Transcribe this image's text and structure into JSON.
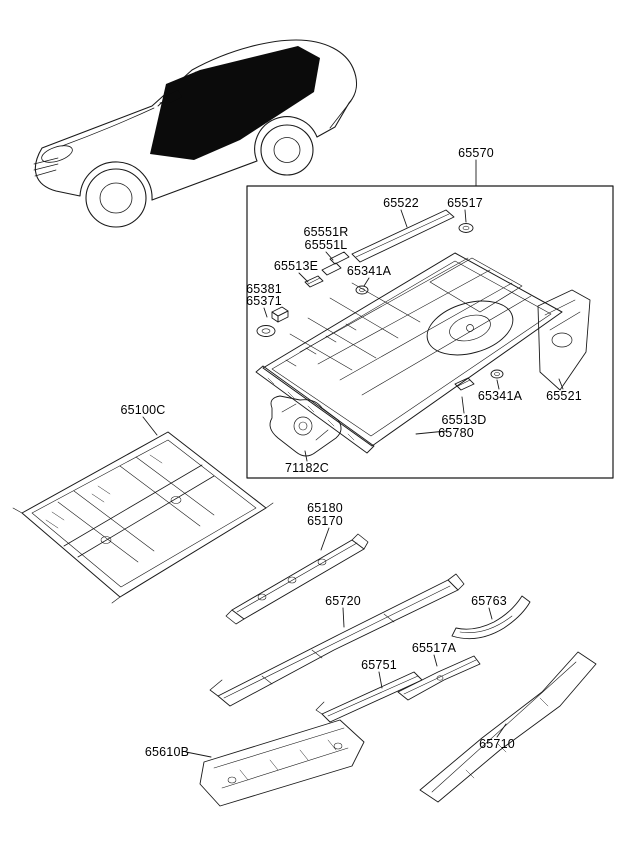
{
  "diagram": {
    "type": "vehicle-body-parts-diagram",
    "section": "floor-panel-assembly",
    "line_color": "#1a1a1a",
    "highlight_fill": "#0b0b0b"
  },
  "parts": [
    {
      "label": "65570"
    },
    {
      "label": "65522"
    },
    {
      "label": "65517"
    },
    {
      "label": "65551R"
    },
    {
      "label": "65551L"
    },
    {
      "label": "65513E"
    },
    {
      "label": "65341A"
    },
    {
      "label": "65381"
    },
    {
      "label": "65371"
    },
    {
      "label": "65341A"
    },
    {
      "label": "65521"
    },
    {
      "label": "65513D"
    },
    {
      "label": "65780"
    },
    {
      "label": "71182C"
    },
    {
      "label": "65100C"
    },
    {
      "label": "65180"
    },
    {
      "label": "65170"
    },
    {
      "label": "65720"
    },
    {
      "label": "65763"
    },
    {
      "label": "65517A"
    },
    {
      "label": "65751"
    },
    {
      "label": "65610B"
    },
    {
      "label": "65710"
    }
  ]
}
